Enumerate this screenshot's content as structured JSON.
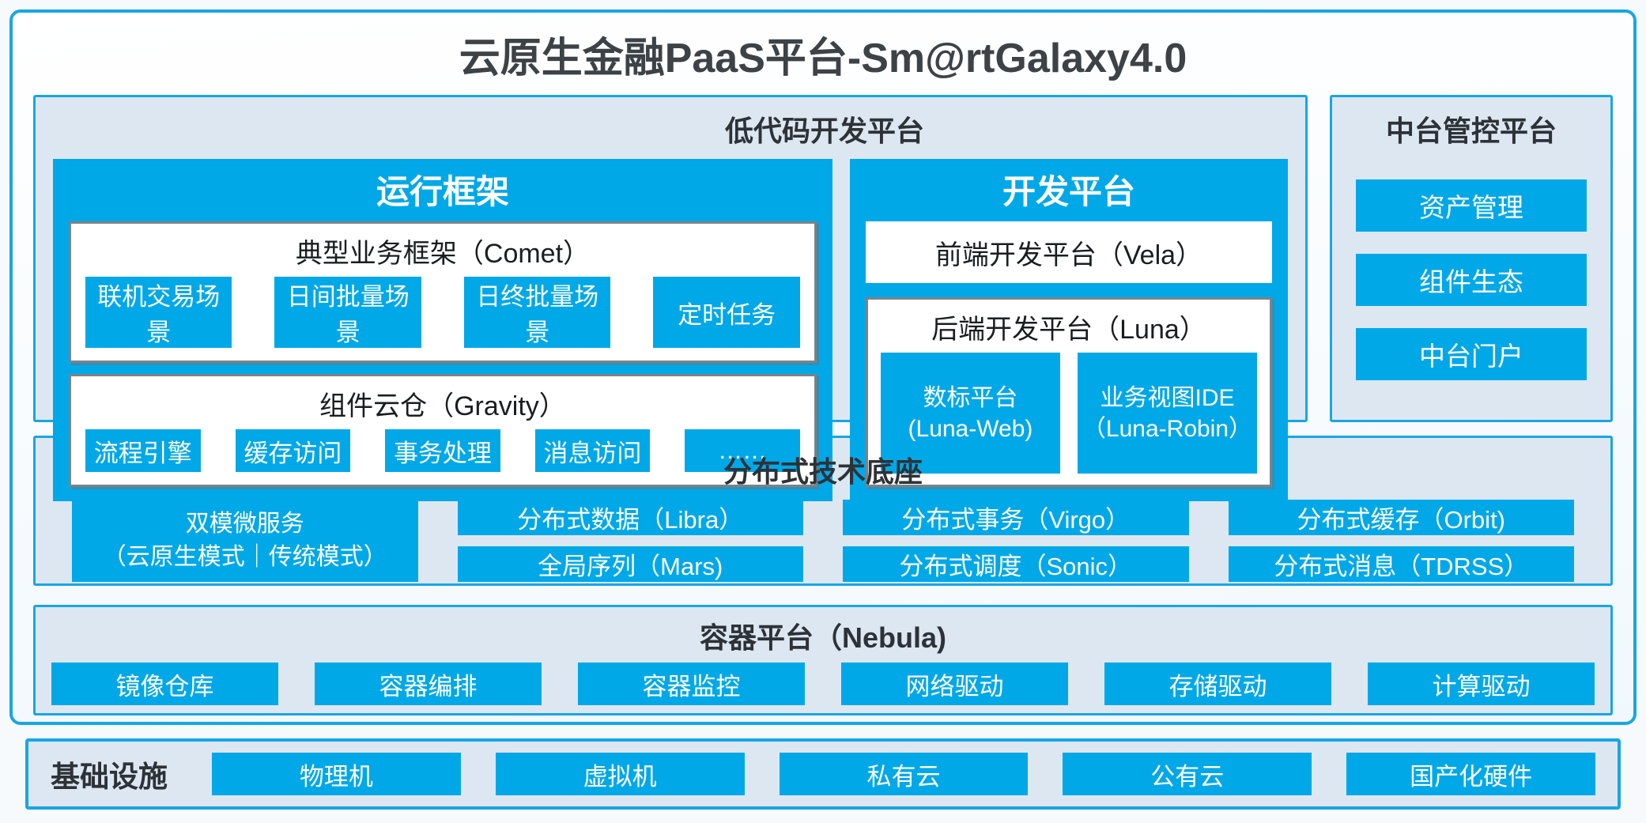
{
  "title": "云原生金融PaaS平台-Sm@rtGalaxy4.0",
  "colors": {
    "accent": "#00a8e8",
    "panel_bg": "#dde7f2",
    "border_blue": "#18a6e3",
    "box_border_gray": "#7e8287",
    "title_text": "#3d4247",
    "panel_title_text": "#2d3237"
  },
  "low_code": {
    "title": "低代码开发平台",
    "runtime": {
      "title": "运行框架",
      "comet": {
        "title": "典型业务框架（Comet）",
        "items": [
          "联机交易场景",
          "日间批量场景",
          "日终批量场景",
          "定时任务"
        ]
      },
      "gravity": {
        "title": "组件云仓（Gravity）",
        "items": [
          "流程引擎",
          "缓存访问",
          "事务处理",
          "消息访问",
          "……"
        ]
      }
    },
    "dev": {
      "title": "开发平台",
      "vela": "前端开发平台（Vela）",
      "luna": {
        "title": "后端开发平台（Luna）",
        "items": [
          {
            "line1": "数标平台",
            "line2": "(Luna-Web)"
          },
          {
            "line1": "业务视图IDE",
            "line2": "（Luna-Robin）"
          }
        ]
      }
    }
  },
  "mid_platform": {
    "title": "中台管控平台",
    "items": [
      "资产管理",
      "组件生态",
      "中台门户"
    ]
  },
  "distributed": {
    "title": "分布式技术底座",
    "dual_mode": {
      "line1": "双模微服务",
      "line2": "（云原生模式｜传统模式）"
    },
    "columns": [
      [
        "分布式数据（Libra）",
        "全局序列（Mars)"
      ],
      [
        "分布式事务（Virgo）",
        "分布式调度（Sonic）"
      ],
      [
        "分布式缓存（Orbit)",
        "分布式消息（TDRSS）"
      ]
    ]
  },
  "container_platform": {
    "title": "容器平台（Nebula)",
    "items": [
      "镜像仓库",
      "容器编排",
      "容器监控",
      "网络驱动",
      "存储驱动",
      "计算驱动"
    ]
  },
  "infrastructure": {
    "title": "基础设施",
    "items": [
      "物理机",
      "虚拟机",
      "私有云",
      "公有云",
      "国产化硬件"
    ]
  }
}
